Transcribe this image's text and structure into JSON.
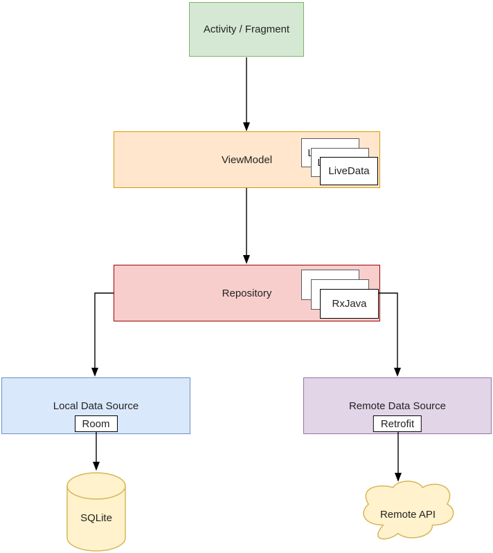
{
  "canvas": {
    "background": "#ffffff"
  },
  "diagram": {
    "title": "Android app architecture diagram",
    "edge_color": "#000000",
    "nodes": {
      "activity": {
        "label": "Activity / Fragment",
        "fill": "#d5e8d4",
        "stroke": "#82b366",
        "shape": "rectangle"
      },
      "viewmodel": {
        "label": "ViewModel",
        "fill": "#ffe6cc",
        "stroke": "#d79b00",
        "shape": "rectangle"
      },
      "livedata": {
        "label": "LiveData",
        "fill": "#ffffff",
        "stroke": "#000000",
        "shape": "stacked-cards"
      },
      "repository": {
        "label": "Repository",
        "fill": "#f8cecc",
        "stroke": "#990000",
        "shape": "rectangle"
      },
      "rxjava": {
        "label": "RxJava",
        "fill": "#ffffff",
        "stroke": "#000000",
        "shape": "stacked-cards"
      },
      "local_data_source": {
        "label": "Local Data Source",
        "fill": "#dae8fc",
        "stroke": "#6c8ebf",
        "shape": "rectangle"
      },
      "room": {
        "label": "Room",
        "fill": "#ffffff",
        "stroke": "#000000",
        "shape": "badge"
      },
      "remote_data_source": {
        "label": "Remote Data Source",
        "fill": "#e1d5e7",
        "stroke": "#9673a6",
        "shape": "rectangle"
      },
      "retrofit": {
        "label": "Retrofit",
        "fill": "#ffffff",
        "stroke": "#000000",
        "shape": "badge"
      },
      "sqlite": {
        "label": "SQLite",
        "fill": "#fff2cc",
        "stroke": "#d6b656",
        "shape": "cylinder"
      },
      "remote_api": {
        "label": "Remote API",
        "fill": "#fff2cc",
        "stroke": "#d6b656",
        "shape": "cloud"
      }
    },
    "edges": [
      {
        "from": "Activity / Fragment",
        "to": "ViewModel"
      },
      {
        "from": "ViewModel",
        "to": "Repository"
      },
      {
        "from": "Repository",
        "to": "Local Data Source"
      },
      {
        "from": "Repository",
        "to": "Remote Data Source"
      },
      {
        "from": "Room",
        "to": "SQLite"
      },
      {
        "from": "Retrofit",
        "to": "Remote API"
      }
    ]
  }
}
